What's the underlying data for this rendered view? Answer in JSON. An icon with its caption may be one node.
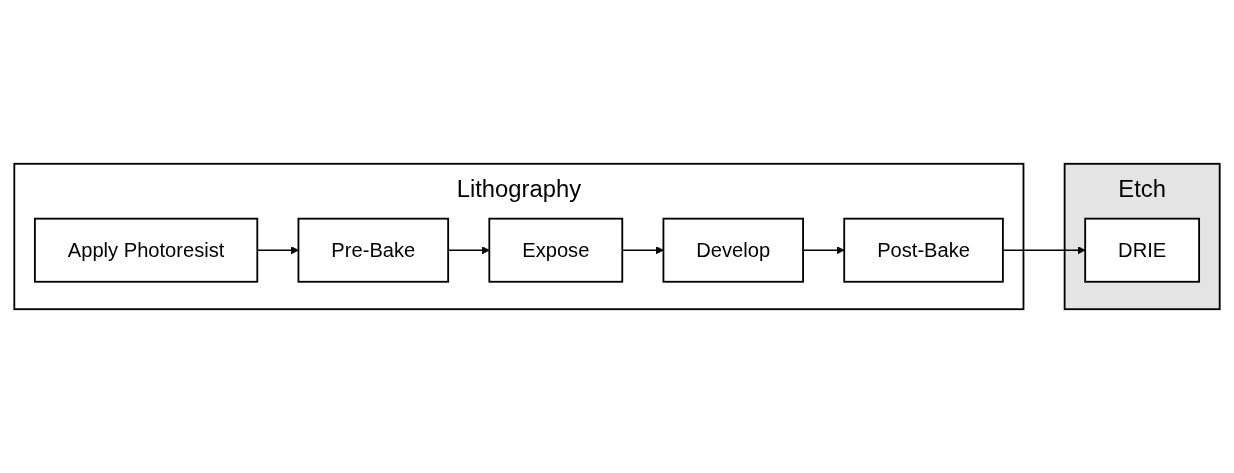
{
  "diagram": {
    "nodes": [
      {
        "text": [
          "Lithography"
        ]
      },
      {
        "text": [
          "Apply Photoresist"
        ],
        "in": 0
      },
      {
        "text": [
          "Pre-Bake"
        ],
        "in": 0
      },
      {
        "text": [
          "Expose"
        ],
        "in": 0
      },
      {
        "text": [
          "Develop"
        ],
        "in": 0
      },
      {
        "text": [
          "Post-Bake"
        ],
        "in": 0
      },
      {
        "text": [
          "Etch"
        ]
      },
      {
        "text": [
          "DRIE"
        ],
        "in": 6
      }
    ],
    "edges": [
      {
        "from": 1,
        "to": 2,
        "arrow": "to"
      },
      {
        "from": 2,
        "to": 3,
        "arrow": "to"
      },
      {
        "from": 3,
        "to": 4,
        "arrow": "to"
      },
      {
        "from": 4,
        "to": 5,
        "arrow": "to"
      },
      {
        "from": 5,
        "to": 7,
        "arrow": "to"
      }
    ]
  }
}
